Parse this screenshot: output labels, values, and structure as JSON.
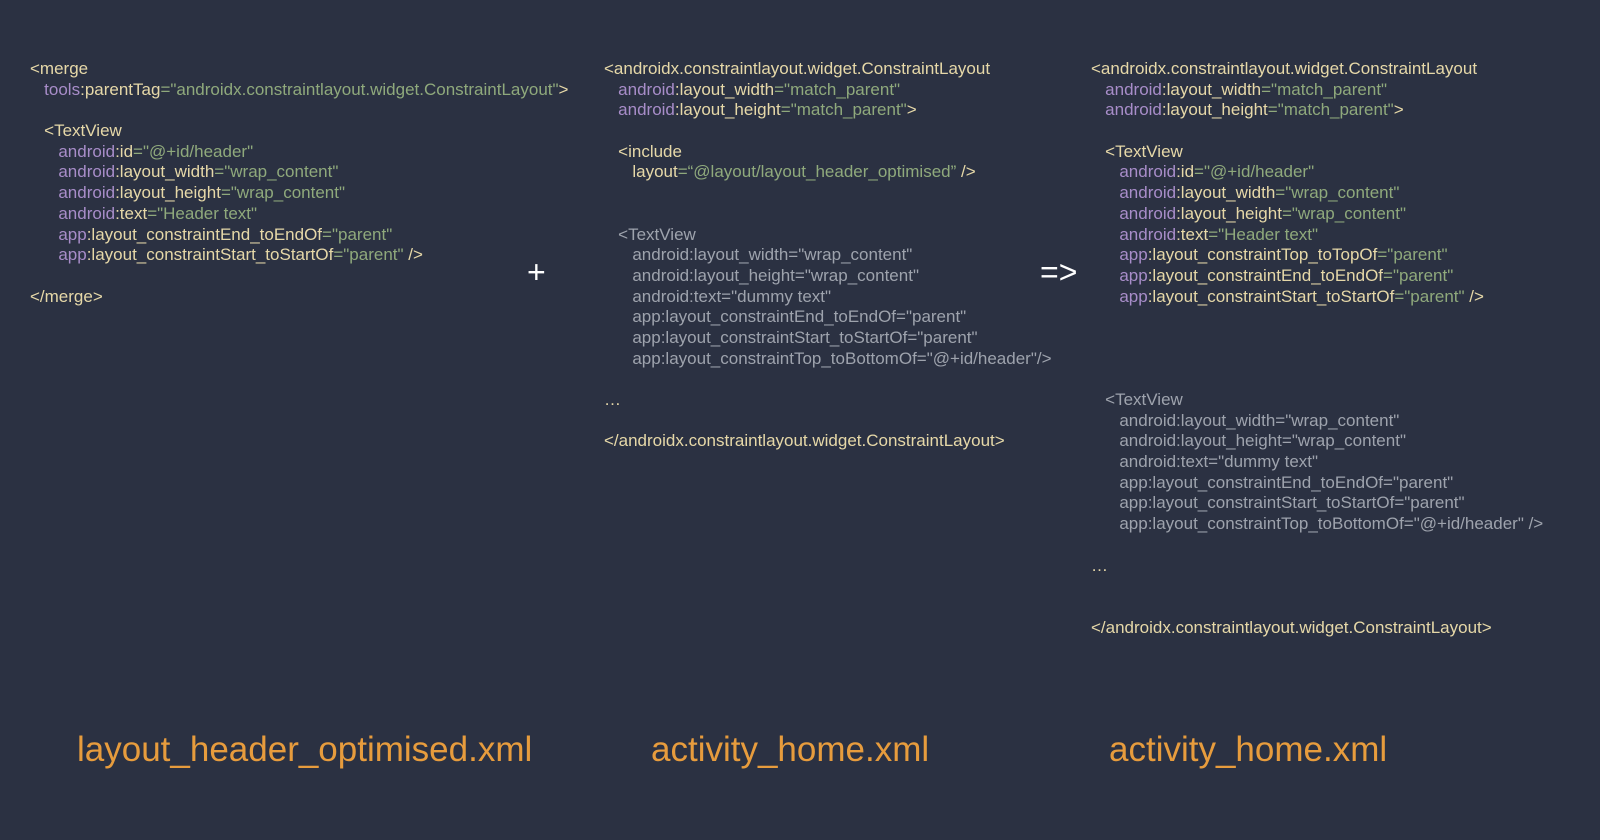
{
  "colors": {
    "background": "#2b3142",
    "tag": "#e6d8a8",
    "namespace": "#a88dc9",
    "value": "#8fa97c",
    "faded": "#9ea3ad",
    "operator": "#ffffff",
    "caption": "#e79c3d"
  },
  "operators": {
    "plus": "+",
    "arrow": "=>"
  },
  "captions": {
    "left": "layout_header_optimised.xml",
    "middle": "activity_home.xml",
    "right": "activity_home.xml"
  },
  "panels": {
    "left": {
      "name": "layout_header_optimised",
      "lines": [
        [
          {
            "t": "<merge",
            "c": "tag"
          }
        ],
        [
          {
            "t": "   tools",
            "c": "namespace"
          },
          {
            "t": ":parentTag",
            "c": "tag"
          },
          {
            "t": "=\"androidx.constraintlayout.widget.ConstraintLayout\"",
            "c": "value"
          },
          {
            "t": ">",
            "c": "tag"
          }
        ],
        [],
        [
          {
            "t": "   <TextView",
            "c": "tag"
          }
        ],
        [
          {
            "t": "      android",
            "c": "namespace"
          },
          {
            "t": ":id",
            "c": "tag"
          },
          {
            "t": "=\"@+id/header\"",
            "c": "value"
          }
        ],
        [
          {
            "t": "      android",
            "c": "namespace"
          },
          {
            "t": ":layout_width",
            "c": "tag"
          },
          {
            "t": "=\"wrap_content\"",
            "c": "value"
          }
        ],
        [
          {
            "t": "      android",
            "c": "namespace"
          },
          {
            "t": ":layout_height",
            "c": "tag"
          },
          {
            "t": "=\"wrap_content\"",
            "c": "value"
          }
        ],
        [
          {
            "t": "      android",
            "c": "namespace"
          },
          {
            "t": ":text",
            "c": "tag"
          },
          {
            "t": "=\"Header text\"",
            "c": "value"
          }
        ],
        [
          {
            "t": "      app",
            "c": "namespace"
          },
          {
            "t": ":layout_constraintEnd_toEndOf",
            "c": "tag"
          },
          {
            "t": "=\"parent\"",
            "c": "value"
          }
        ],
        [
          {
            "t": "      app",
            "c": "namespace"
          },
          {
            "t": ":layout_constraintStart_toStartOf",
            "c": "tag"
          },
          {
            "t": "=\"parent\"",
            "c": "value"
          },
          {
            "t": " />",
            "c": "tag"
          }
        ],
        [],
        [
          {
            "t": "</merge>",
            "c": "tag"
          }
        ]
      ]
    },
    "middle": {
      "name": "activity_home_source",
      "lines": [
        [
          {
            "t": "<androidx.constraintlayout.widget.ConstraintLayout",
            "c": "tag"
          }
        ],
        [
          {
            "t": "   android",
            "c": "namespace"
          },
          {
            "t": ":layout_width",
            "c": "tag"
          },
          {
            "t": "=\"match_parent\"",
            "c": "value"
          }
        ],
        [
          {
            "t": "   android",
            "c": "namespace"
          },
          {
            "t": ":layout_height",
            "c": "tag"
          },
          {
            "t": "=\"match_parent\"",
            "c": "value"
          },
          {
            "t": ">",
            "c": "tag"
          }
        ],
        [],
        [
          {
            "t": "   <include",
            "c": "tag"
          }
        ],
        [
          {
            "t": "      layout",
            "c": "tag"
          },
          {
            "t": "=“@layout/layout_header_optimised”",
            "c": "value"
          },
          {
            "t": " />",
            "c": "tag"
          }
        ],
        [],
        [],
        [
          {
            "t": "   <TextView",
            "c": "faded"
          }
        ],
        [
          {
            "t": "      android:layout_width=\"wrap_content\"",
            "c": "faded"
          }
        ],
        [
          {
            "t": "      android:layout_height=\"wrap_content\"",
            "c": "faded"
          }
        ],
        [
          {
            "t": "      android:text=\"dummy text\"",
            "c": "faded"
          }
        ],
        [
          {
            "t": "      app:layout_constraintEnd_toEndOf=\"parent\"",
            "c": "faded"
          }
        ],
        [
          {
            "t": "      app:layout_constraintStart_toStartOf=\"parent\"",
            "c": "faded"
          }
        ],
        [
          {
            "t": "      app:layout_constraintTop_toBottomOf=\"@+id/header\"/>",
            "c": "faded"
          }
        ],
        [],
        [
          {
            "t": "…",
            "c": "tag"
          }
        ],
        [],
        [
          {
            "t": "</androidx.constraintlayout.widget.ConstraintLayout>",
            "c": "tag"
          }
        ]
      ]
    },
    "right": {
      "name": "activity_home_result",
      "lines": [
        [
          {
            "t": "<androidx.constraintlayout.widget.ConstraintLayout",
            "c": "tag"
          }
        ],
        [
          {
            "t": "   android",
            "c": "namespace"
          },
          {
            "t": ":layout_width",
            "c": "tag"
          },
          {
            "t": "=\"match_parent\"",
            "c": "value"
          }
        ],
        [
          {
            "t": "   android",
            "c": "namespace"
          },
          {
            "t": ":layout_height",
            "c": "tag"
          },
          {
            "t": "=\"match_parent\"",
            "c": "value"
          },
          {
            "t": ">",
            "c": "tag"
          }
        ],
        [],
        [
          {
            "t": "   <TextView",
            "c": "tag"
          }
        ],
        [
          {
            "t": "      android",
            "c": "namespace"
          },
          {
            "t": ":id",
            "c": "tag"
          },
          {
            "t": "=\"@+id/header\"",
            "c": "value"
          }
        ],
        [
          {
            "t": "      android",
            "c": "namespace"
          },
          {
            "t": ":layout_width",
            "c": "tag"
          },
          {
            "t": "=\"wrap_content\"",
            "c": "value"
          }
        ],
        [
          {
            "t": "      android",
            "c": "namespace"
          },
          {
            "t": ":layout_height",
            "c": "tag"
          },
          {
            "t": "=\"wrap_content\"",
            "c": "value"
          }
        ],
        [
          {
            "t": "      android",
            "c": "namespace"
          },
          {
            "t": ":text",
            "c": "tag"
          },
          {
            "t": "=\"Header text\"",
            "c": "value"
          }
        ],
        [
          {
            "t": "      app",
            "c": "namespace"
          },
          {
            "t": ":layout_constraintTop_toTopOf",
            "c": "tag"
          },
          {
            "t": "=\"parent\"",
            "c": "value"
          }
        ],
        [
          {
            "t": "      app",
            "c": "namespace"
          },
          {
            "t": ":layout_constraintEnd_toEndOf",
            "c": "tag"
          },
          {
            "t": "=\"parent\"",
            "c": "value"
          }
        ],
        [
          {
            "t": "      app",
            "c": "namespace"
          },
          {
            "t": ":layout_constraintStart_toStartOf",
            "c": "tag"
          },
          {
            "t": "=\"parent\"",
            "c": "value"
          },
          {
            "t": " />",
            "c": "tag"
          }
        ],
        [],
        [],
        [],
        [],
        [
          {
            "t": "   <TextView",
            "c": "faded"
          }
        ],
        [
          {
            "t": "      android:layout_width=\"wrap_content\"",
            "c": "faded"
          }
        ],
        [
          {
            "t": "      android:layout_height=\"wrap_content\"",
            "c": "faded"
          }
        ],
        [
          {
            "t": "      android:text=\"dummy text\"",
            "c": "faded"
          }
        ],
        [
          {
            "t": "      app:layout_constraintEnd_toEndOf=\"parent\"",
            "c": "faded"
          }
        ],
        [
          {
            "t": "      app:layout_constraintStart_toStartOf=\"parent\"",
            "c": "faded"
          }
        ],
        [
          {
            "t": "      app:layout_constraintTop_toBottomOf=\"@+id/header\" />",
            "c": "faded"
          }
        ],
        [],
        [
          {
            "t": "…",
            "c": "tag"
          }
        ],
        [],
        [],
        [
          {
            "t": "</androidx.constraintlayout.widget.ConstraintLayout>",
            "c": "tag"
          }
        ]
      ]
    }
  }
}
